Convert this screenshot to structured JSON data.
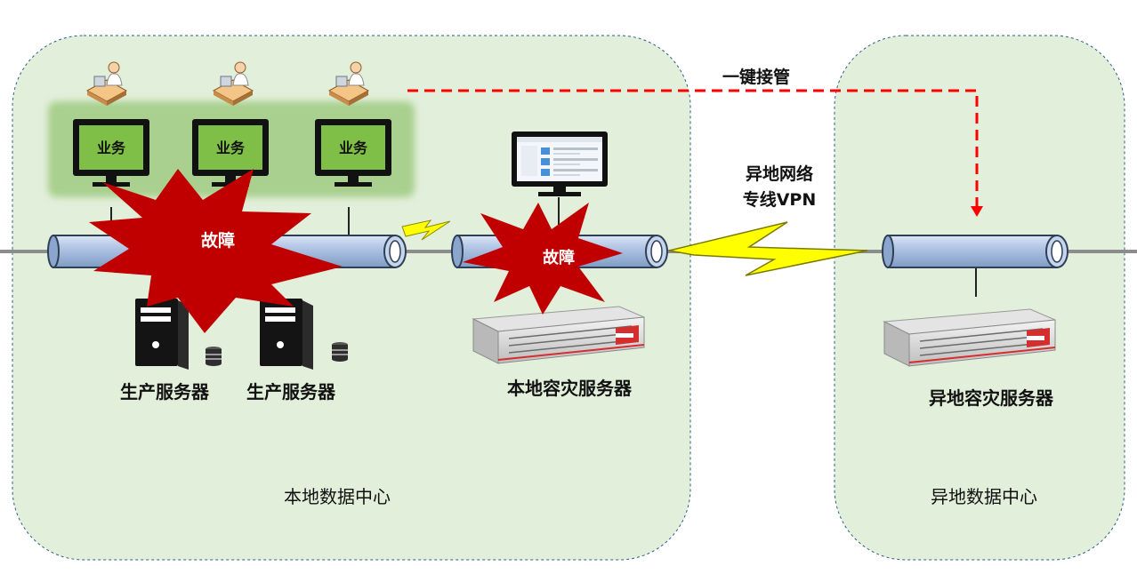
{
  "zones": {
    "local": {
      "label": "本地数据中心"
    },
    "remote": {
      "label": "异地数据中心"
    }
  },
  "business_label": "业务",
  "fault_label": "故障",
  "failover_label": "一键接管",
  "vpn_label": {
    "line1": "异地网络",
    "line2": "专线VPN"
  },
  "servers": {
    "production_1": "生产服务器",
    "production_2": "生产服务器",
    "local_dr": "本地容灾服务器",
    "remote_dr": "异地容灾服务器"
  },
  "colors": {
    "zone_fill": "#e2efda",
    "zone_border": "#2e5f8a",
    "workstation_glow": "#a9d08e",
    "explosion": "#c00000",
    "pipe": "#b4c7e7",
    "failover_arrow": "#ff0000",
    "lightning": "#ffff00"
  },
  "icons": {
    "user": "user-at-desk-icon",
    "monitor": "monitor-icon",
    "tower": "tower-server-icon",
    "database": "database-icon",
    "rack": "rack-server-icon",
    "dashboard": "dashboard-monitor-icon",
    "lightning": "lightning-icon",
    "explosion": "explosion-icon"
  }
}
